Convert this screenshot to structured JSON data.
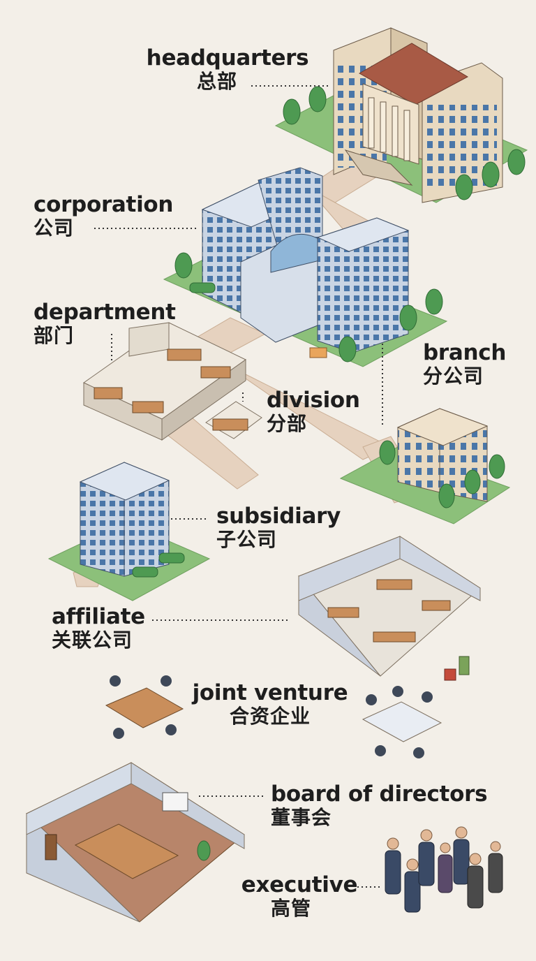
{
  "terms": [
    {
      "id": "headquarters",
      "en": "headquarters",
      "zh": "总部"
    },
    {
      "id": "corporation",
      "en": "corporation",
      "zh": "公司"
    },
    {
      "id": "department",
      "en": "department",
      "zh": "部门"
    },
    {
      "id": "branch",
      "en": "branch",
      "zh": "分公司"
    },
    {
      "id": "division",
      "en": "division",
      "zh": "分部"
    },
    {
      "id": "subsidiary",
      "en": "subsidiary",
      "zh": "子公司"
    },
    {
      "id": "affiliate",
      "en": "affiliate",
      "zh": "关联公司"
    },
    {
      "id": "joint-venture",
      "en": "joint venture",
      "zh": "合资企业"
    },
    {
      "id": "board-of-directors",
      "en": "board of directors",
      "zh": "董事会"
    },
    {
      "id": "executive",
      "en": "executive",
      "zh": "高管"
    }
  ],
  "colors": {
    "background": "#f3efe8",
    "grass": "#8cc07a",
    "path": "#e6d2bf",
    "tree": "#4e9a52",
    "glass_building": "#c9d4e3",
    "window": "#4a76a8",
    "stone_building": "#e8d9c0",
    "roof": "#a85a45",
    "desk": "#c98e5b",
    "label_text": "#1e1e1e"
  }
}
